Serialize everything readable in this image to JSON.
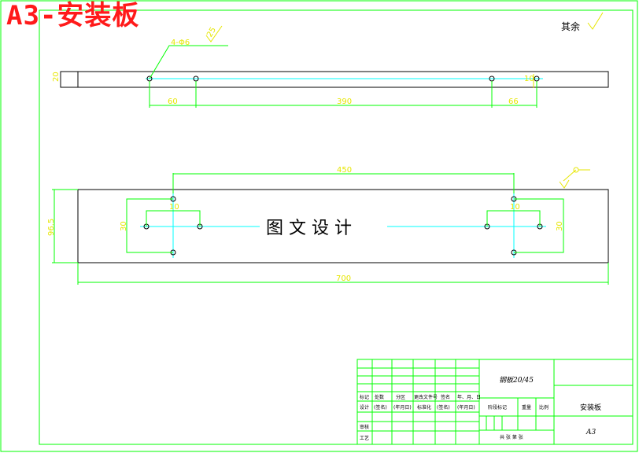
{
  "page_title": "A3-安装板",
  "surface_note": "其余",
  "roughness_values": {
    "top": "25",
    "right": ""
  },
  "hole_callout": "4-Φ6",
  "overlay_text": "图 文 设 计",
  "top_view": {
    "height_label": "20",
    "dims": {
      "left_offset": "60",
      "hole_spacing": "390",
      "right_offset": "66",
      "small": "10"
    }
  },
  "front_view": {
    "dims": {
      "hole_spacing": "450",
      "height": "96.5",
      "total_length": "700",
      "left_vertical": "30",
      "right_vertical": "30",
      "left_horizontal": "10",
      "right_horizontal": "10"
    }
  },
  "title_block": {
    "material": "钢板20/45",
    "part_name": "安装板",
    "sheet_size": "A3",
    "row_labels": {
      "mark": "标记",
      "count": "处数",
      "zone": "分区",
      "change_doc": "更改文件号",
      "signature": "签名",
      "date": "年、月、日",
      "design": "设计",
      "signature_paren": "(签名)",
      "date_paren": "(年月日)",
      "standardize": "标准化",
      "signature_paren2": "(签名)",
      "date_paren2": "(年月日)",
      "review": "审核",
      "process": "工艺",
      "stage_mark": "阶段标记",
      "weight": "重量",
      "scale": "比例",
      "total_sheets": "共 张 第 张"
    }
  },
  "colors": {
    "border": "#00ff00",
    "part_outline": "#000000",
    "centerline": "#00ffff",
    "dimension": "#e6e600",
    "title_red": "#ff1a1a"
  }
}
